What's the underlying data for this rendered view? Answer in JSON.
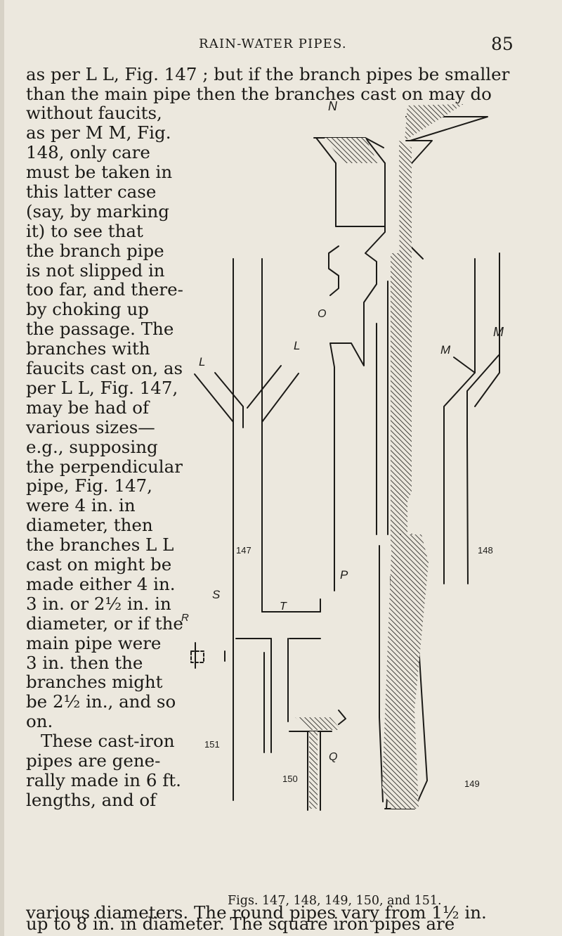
{
  "header": {
    "title": "RAIN-WATER PIPES.",
    "page_number": "85"
  },
  "paragraph_lines": [
    "as per L L, Fig. 147 ; but if the branch pipes be smaller",
    "than the main pipe then the branches cast on may do",
    "without faucits,",
    "as per M M, Fig.",
    "148, only care",
    "must be taken in",
    "this latter case",
    "(say, by marking",
    "it) to see that",
    "the branch pipe",
    "is not slipped in",
    "too far, and there-",
    "by choking up",
    "the passage. The",
    "branches with",
    "faucits cast on, as",
    "per L L, Fig. 147,",
    "may be had of",
    "various sizes—",
    "e.g., supposing",
    "the perpendicular",
    "pipe, Fig. 147,",
    "were 4 in. in",
    "diameter, then",
    "the branches L L",
    "cast on might be",
    "made either 4 in.",
    "3 in. or 2½ in. in",
    "diameter, or if the",
    "main pipe were",
    "3 in. then the",
    "branches might",
    "be 2½ in., and so",
    "on.",
    "These cast-iron",
    "pipes are gene-",
    "rally made in 6 ft.",
    "lengths, and of",
    "various diameters. The round pipes vary from 1½ in.",
    "up to 8 in. in diameter. The square iron pipes are"
  ],
  "figure": {
    "labels": {
      "n": "N",
      "l_left": "L",
      "l_right": "L",
      "o": "O",
      "m_right": "M",
      "m_mid": "M",
      "p": "P",
      "s": "S",
      "r": "R",
      "t": "T",
      "q": "Q",
      "fig147": "147",
      "fig148": "148",
      "fig149": "149",
      "fig150": "150",
      "fig151": "151"
    },
    "caption": "Figs. 147, 148, 149, 150, and 151."
  }
}
